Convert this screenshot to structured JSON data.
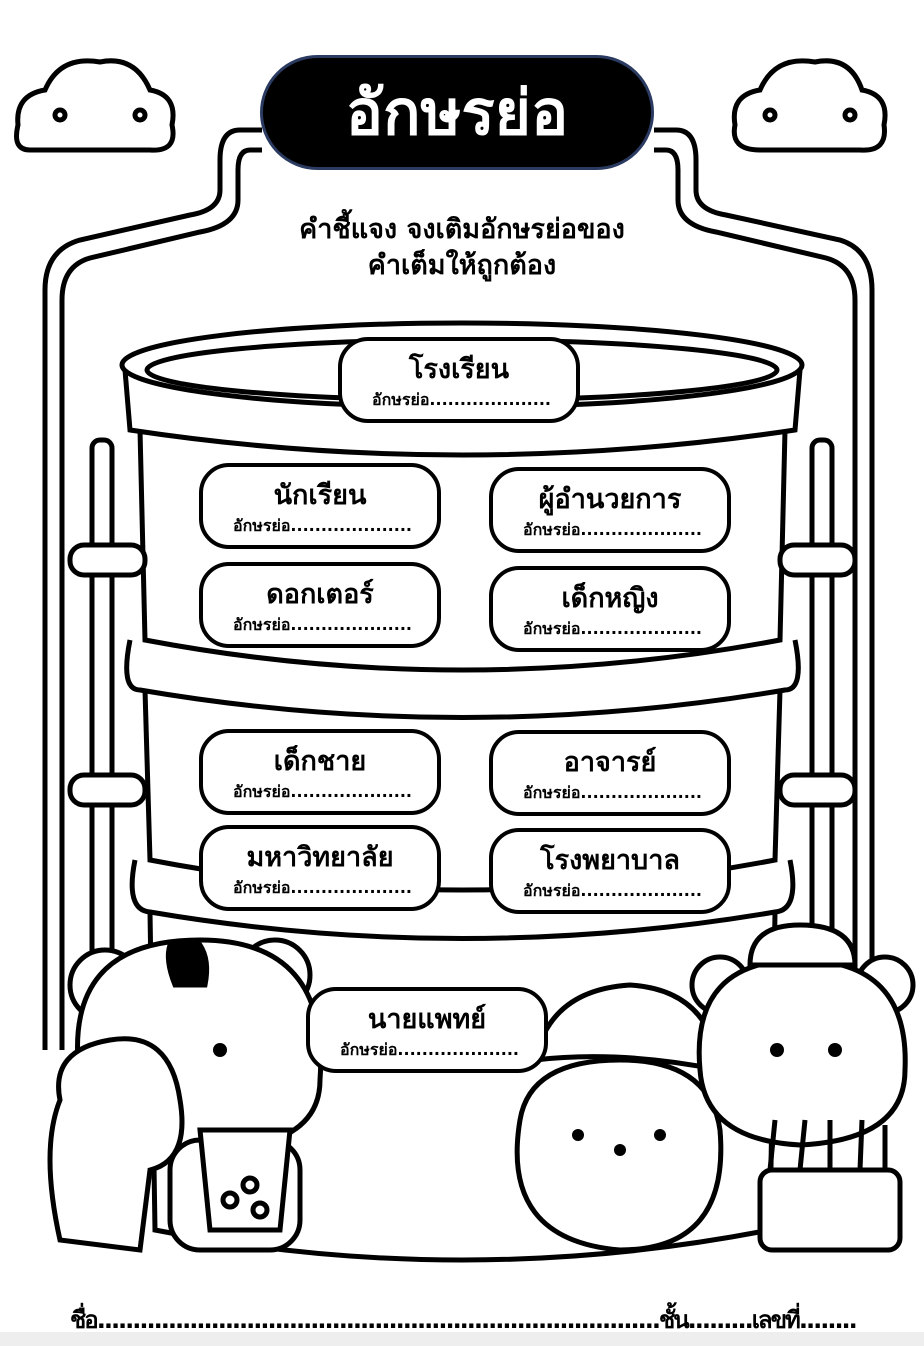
{
  "title": "อักษรย่อ",
  "instructions": [
    "คำชี้แจง จงเติมอักษรย่อของ",
    "คำเต็มให้ถูกต้อง"
  ],
  "abbr_label": "อักษรย่อ....................",
  "cards": [
    {
      "word": "โรงเรียน"
    },
    {
      "word": "นักเรียน"
    },
    {
      "word": "ผู้อำนวยการ"
    },
    {
      "word": "ดอกเตอร์"
    },
    {
      "word": "เด็กหญิง"
    },
    {
      "word": "เด็กชาย"
    },
    {
      "word": "อาจารย์"
    },
    {
      "word": "มหาวิทยาลัย"
    },
    {
      "word": "โรงพยาบาล"
    },
    {
      "word": "นายแพทย์"
    }
  ],
  "footer": {
    "name": "ชื่อ...............................................................................",
    "class": "ชั้น.........",
    "number": "เลขที่........"
  }
}
